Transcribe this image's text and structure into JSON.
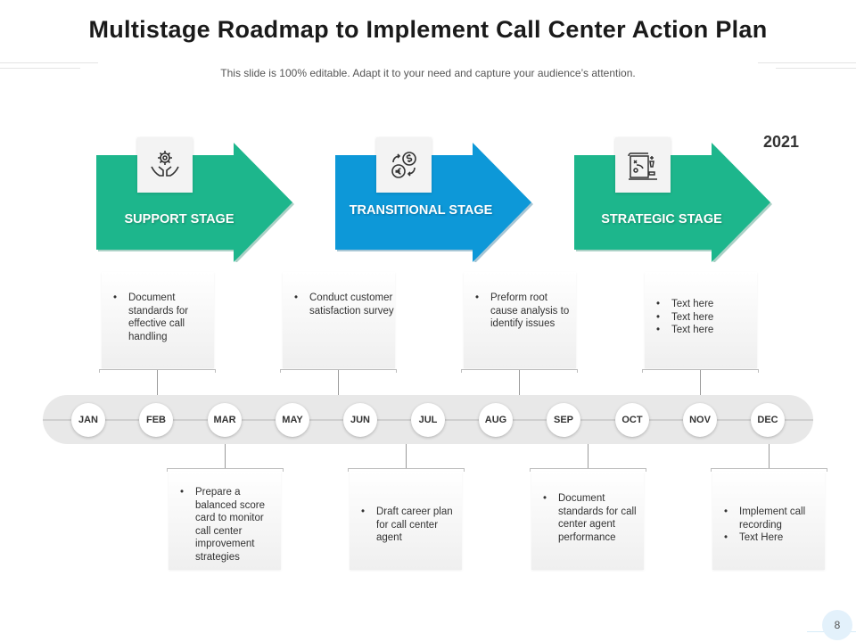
{
  "header": {
    "title": "Multistage Roadmap to Implement Call Center Action Plan",
    "subtitle": "This slide is 100% editable. Adapt it to your need and capture your audience’s attention."
  },
  "year": "2021",
  "stages": [
    {
      "label": "SUPPORT STAGE",
      "color": "#1db68c",
      "icon": "hands-gear-icon"
    },
    {
      "label": "TRANSITIONAL STAGE",
      "color": "#0d98d8",
      "icon": "currency-exchange-icon"
    },
    {
      "label": "STRATEGIC STAGE",
      "color": "#1db68c",
      "icon": "strategy-board-icon"
    }
  ],
  "months": [
    "JAN",
    "FEB",
    "MAR",
    "MAY",
    "JUN",
    "JUL",
    "AUG",
    "SEP",
    "OCT",
    "NOV",
    "DEC"
  ],
  "upper_cards": [
    {
      "items": [
        "Document standards for effective call handling"
      ]
    },
    {
      "items": [
        "Conduct customer satisfaction survey"
      ]
    },
    {
      "items": [
        "Preform root cause analysis to identify issues"
      ]
    },
    {
      "items": [
        "Text here",
        "Text here",
        "Text here"
      ]
    }
  ],
  "lower_cards": [
    {
      "items": [
        "Prepare a balanced score card to monitor call center improvement strategies"
      ]
    },
    {
      "items": [
        "Draft career plan for call center agent"
      ]
    },
    {
      "items": [
        "Document standards for call center agent performance"
      ]
    },
    {
      "items": [
        "Implement call recording",
        "Text Here"
      ]
    }
  ],
  "page_number": "8"
}
